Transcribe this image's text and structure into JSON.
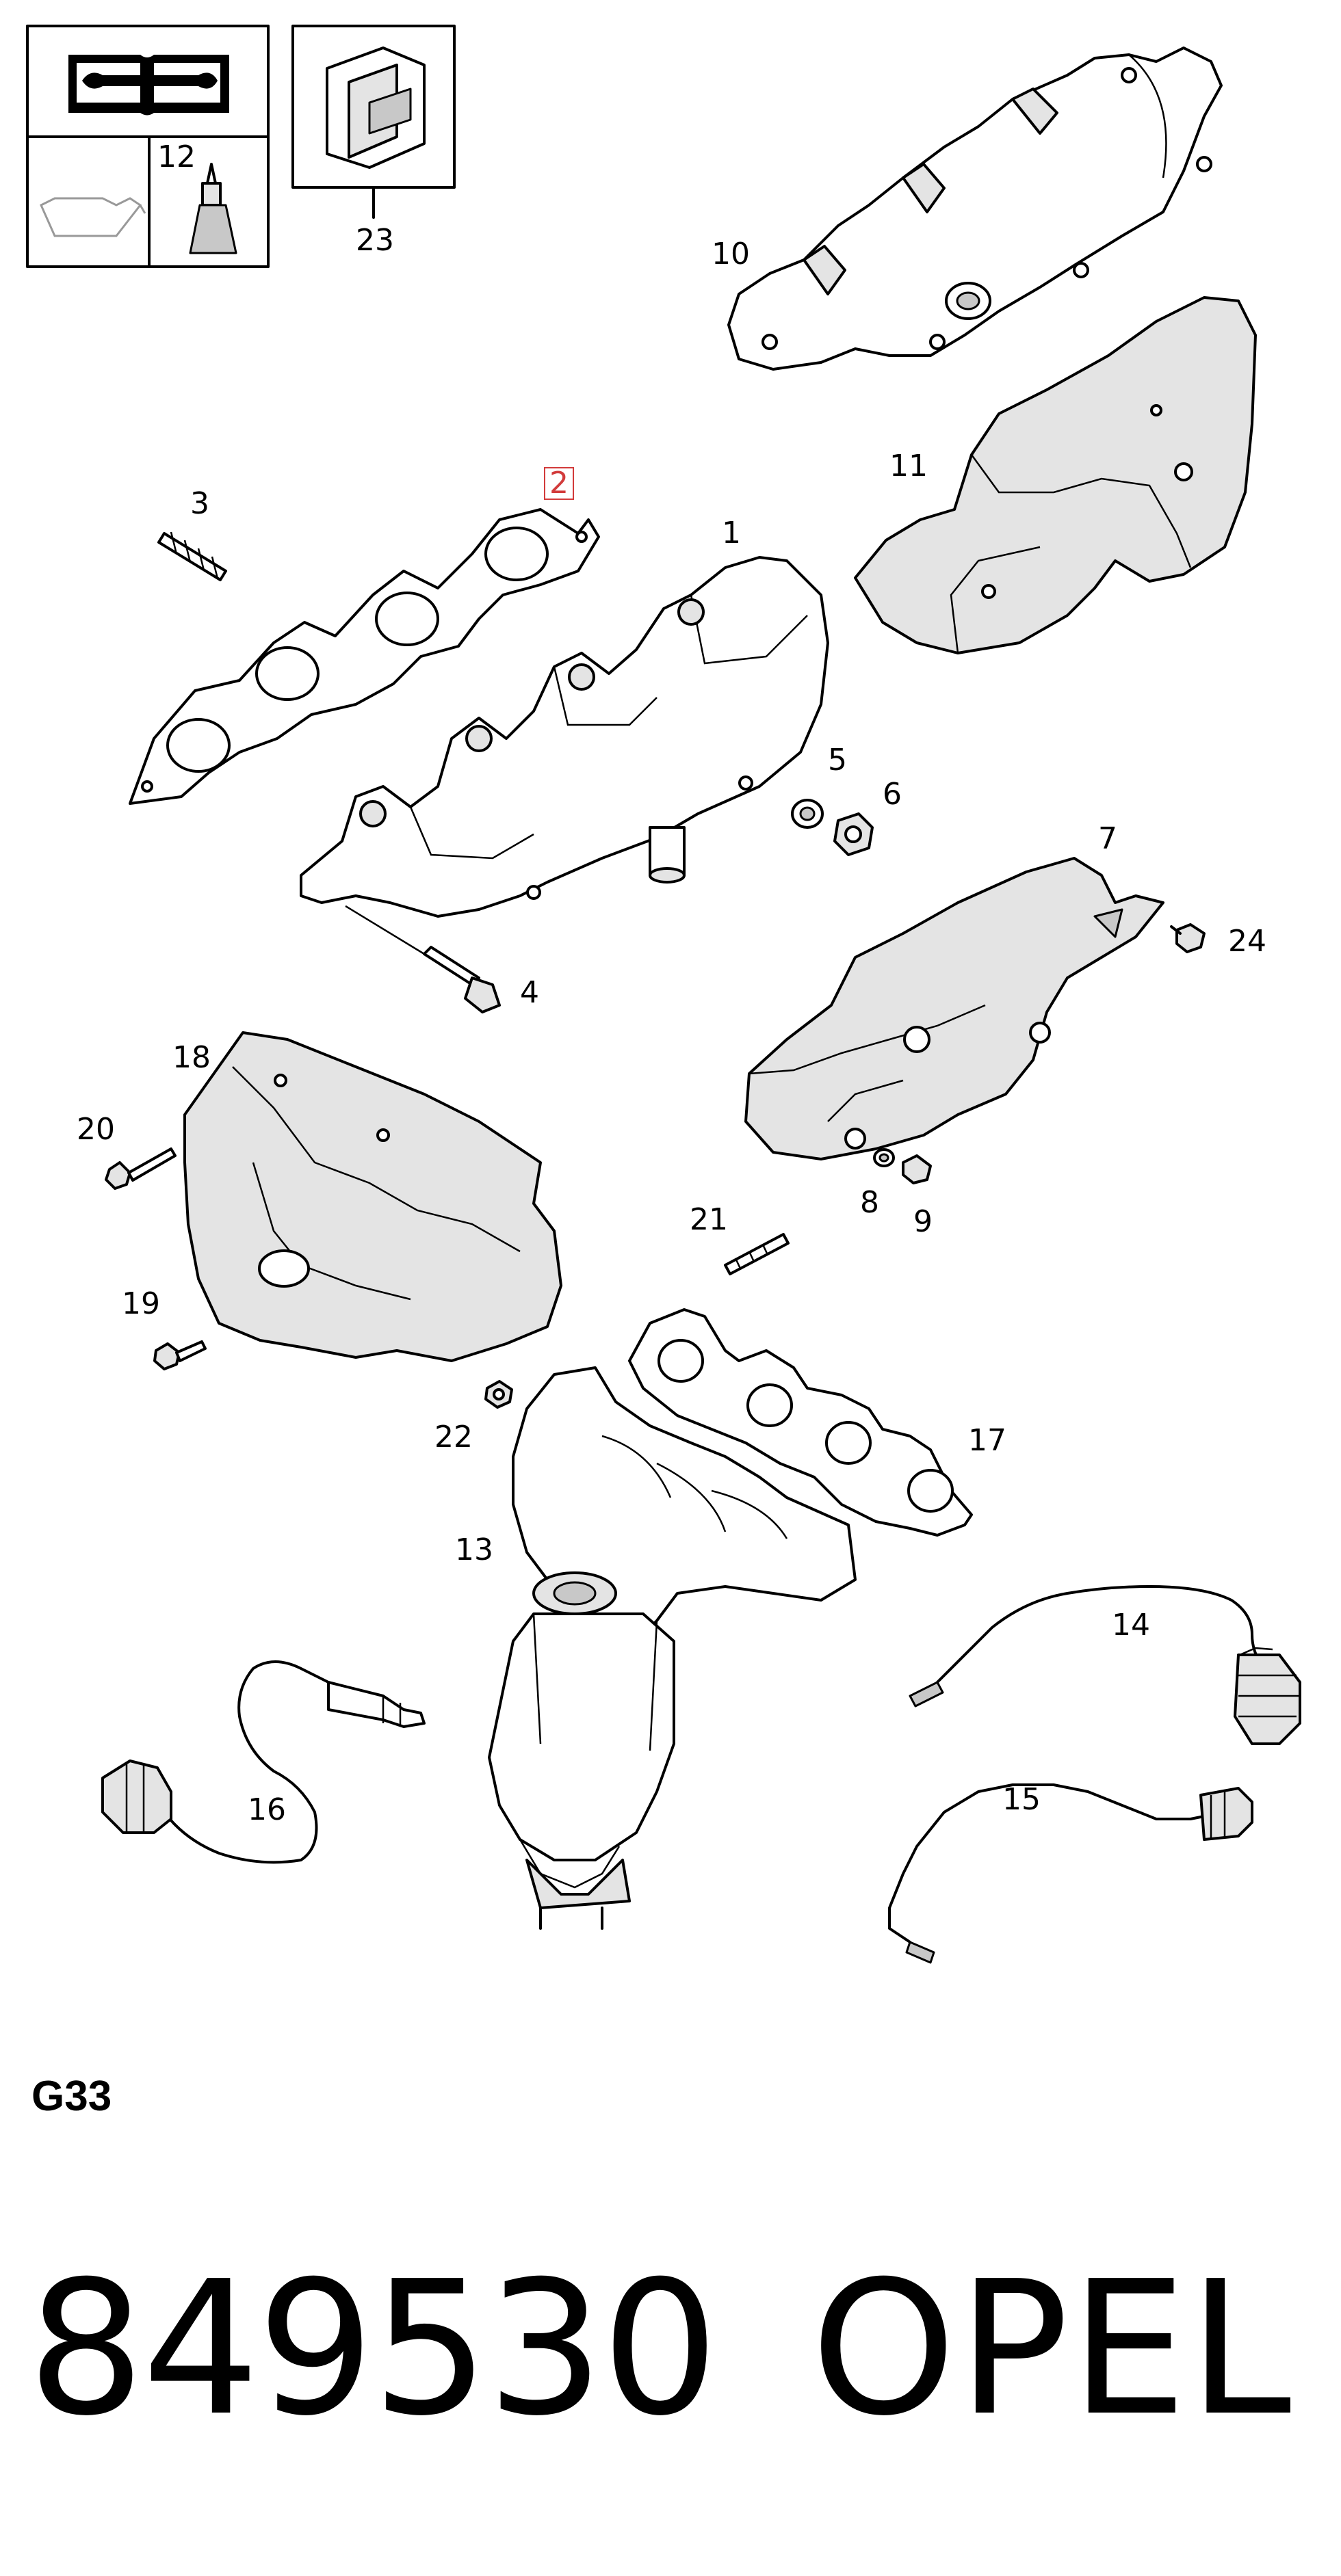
{
  "labels": {
    "p1": "1",
    "p2": "2",
    "p3": "3",
    "p4": "4",
    "p5": "5",
    "p6": "6",
    "p7": "7",
    "p8": "8",
    "p9": "9",
    "p10": "10",
    "p11": "11",
    "p12": "12",
    "p13": "13",
    "p14": "14",
    "p15": "15",
    "p16": "16",
    "p17": "17",
    "p18": "18",
    "p19": "19",
    "p20": "20",
    "p21": "21",
    "p22": "22",
    "p23": "23",
    "p24": "24"
  },
  "footer": {
    "section_code": "G33",
    "part_number": "849530",
    "brand": "OPEL"
  },
  "highlight_color": "#d23b3b"
}
